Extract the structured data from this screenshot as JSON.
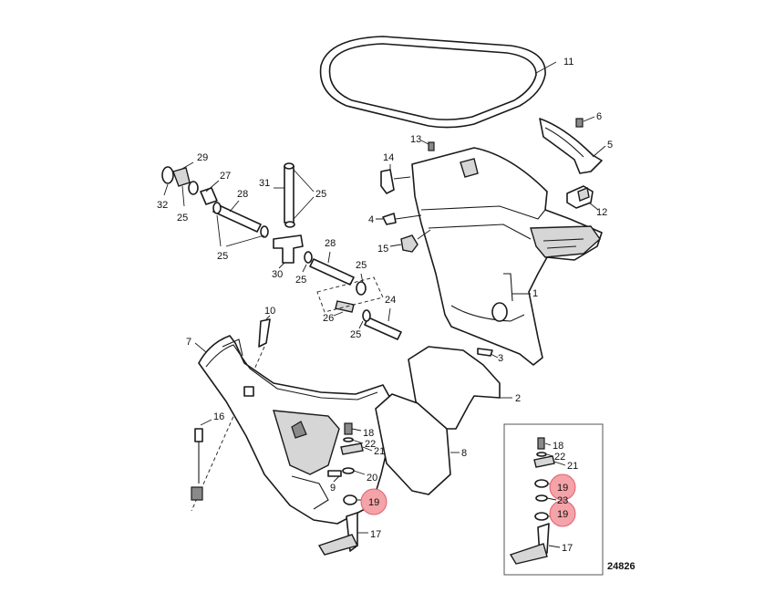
{
  "figure_number": "24826",
  "highlight_color": "#f4a3a8",
  "callouts": {
    "c1": "1",
    "c2": "2",
    "c3": "3",
    "c4": "4",
    "c5": "5",
    "c6": "6",
    "c7": "7",
    "c8": "8",
    "c9": "9",
    "c10": "10",
    "c11": "11",
    "c12": "12",
    "c13": "13",
    "c14": "14",
    "c15": "15",
    "c16": "16",
    "c17": "17",
    "c18": "18",
    "c19": "19",
    "c20": "20",
    "c21": "21",
    "c22": "22",
    "c23": "23",
    "c24": "24",
    "c25": "25",
    "c26": "26",
    "c27": "27",
    "c28": "28",
    "c29": "29",
    "c30": "30",
    "c31": "31",
    "c32": "32"
  }
}
